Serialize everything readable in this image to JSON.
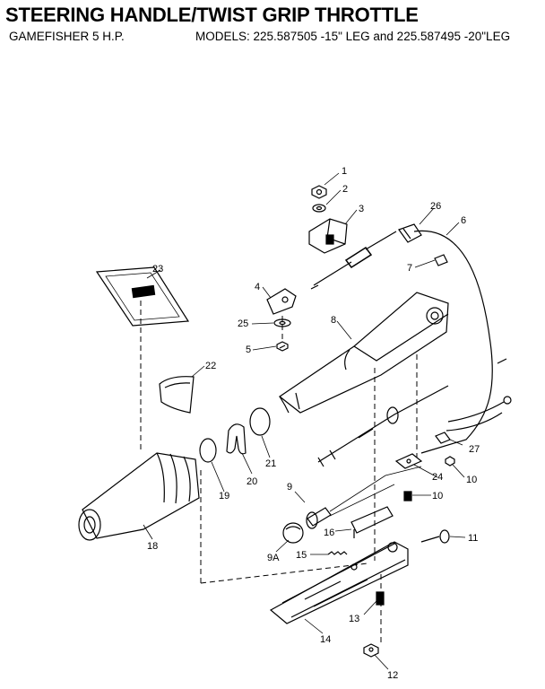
{
  "header": {
    "title": "STEERING HANDLE/TWIST GRIP THROTTLE",
    "product": "GAMEFISHER 5 H.P.",
    "models": "MODELS:  225.587505 -15\" LEG and  225.587495 -20\"LEG"
  },
  "parts": {
    "p1": "1",
    "p2": "2",
    "p3": "3",
    "p4": "4",
    "p5": "5",
    "p6": "6",
    "p7": "7",
    "p8": "8",
    "p9": "9",
    "p9a": "9A",
    "p10a": "10",
    "p10b": "10",
    "p11": "11",
    "p12": "12",
    "p13": "13",
    "p14": "14",
    "p15": "15",
    "p16": "16",
    "p18": "18",
    "p19": "19",
    "p20": "20",
    "p21": "21",
    "p22": "22",
    "p23": "23",
    "p24": "24",
    "p25": "25",
    "p26": "26",
    "p27": "27"
  }
}
